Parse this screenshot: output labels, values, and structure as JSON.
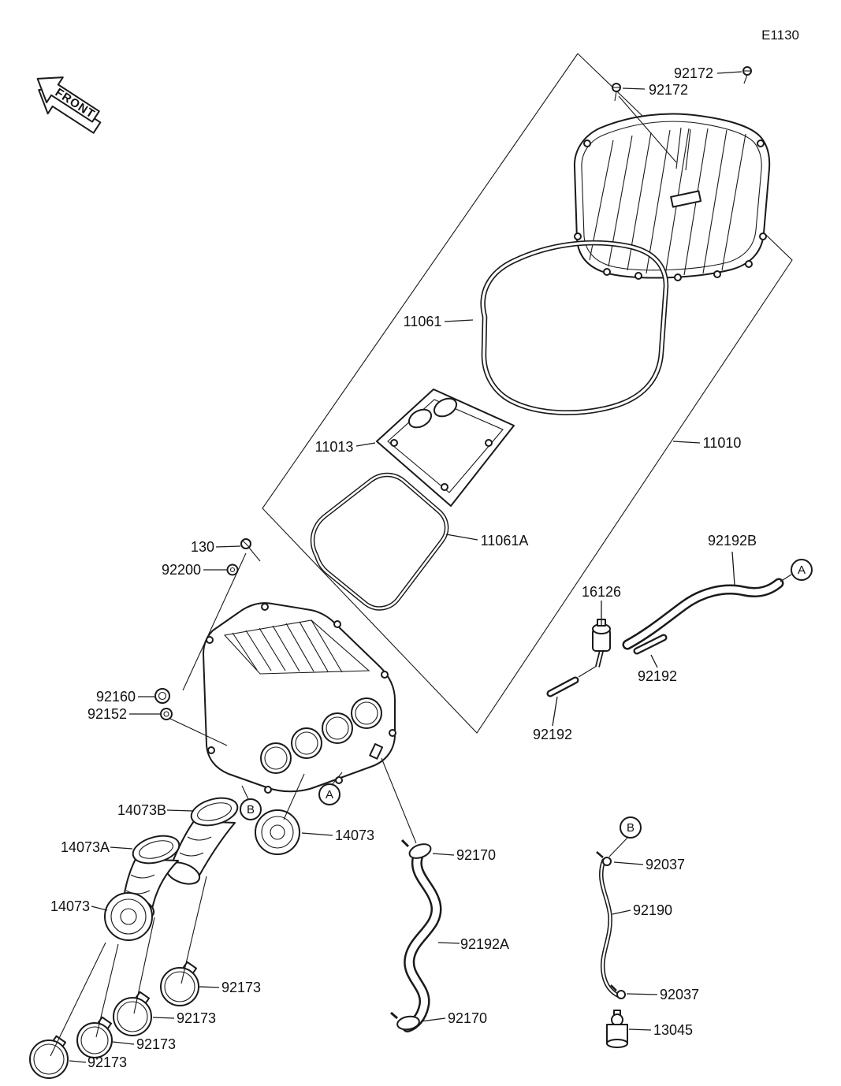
{
  "diagram": {
    "code": "E1130",
    "front_label": "FRONT"
  },
  "labels": {
    "screw_top": "92172",
    "screw_top2": "92172",
    "gasket_cover": "11061",
    "filter": "11013",
    "gasket_body": "11061A",
    "assembly": "11010",
    "hose_b": "92192B",
    "valve": "16126",
    "tube_r": "92192",
    "tube_l": "92192",
    "bolt": "130",
    "washer": "92200",
    "grommet_a": "92160",
    "grommet_b": "92152",
    "duct_b": "14073B",
    "duct_a": "14073A",
    "duct_r": "14073",
    "duct_l": "14073",
    "clamp_top": "92170",
    "hose_a": "92192A",
    "clamp_bottom": "92170",
    "clip_top": "92037",
    "drain_tube": "92190",
    "clip_bottom": "92037",
    "plug": "13045",
    "clamp1": "92173",
    "clamp2": "92173",
    "clamp3": "92173",
    "clamp4": "92173"
  },
  "callouts": {
    "a_right": "A",
    "a_mid": "A",
    "b_mid": "B",
    "b_right": "B"
  }
}
